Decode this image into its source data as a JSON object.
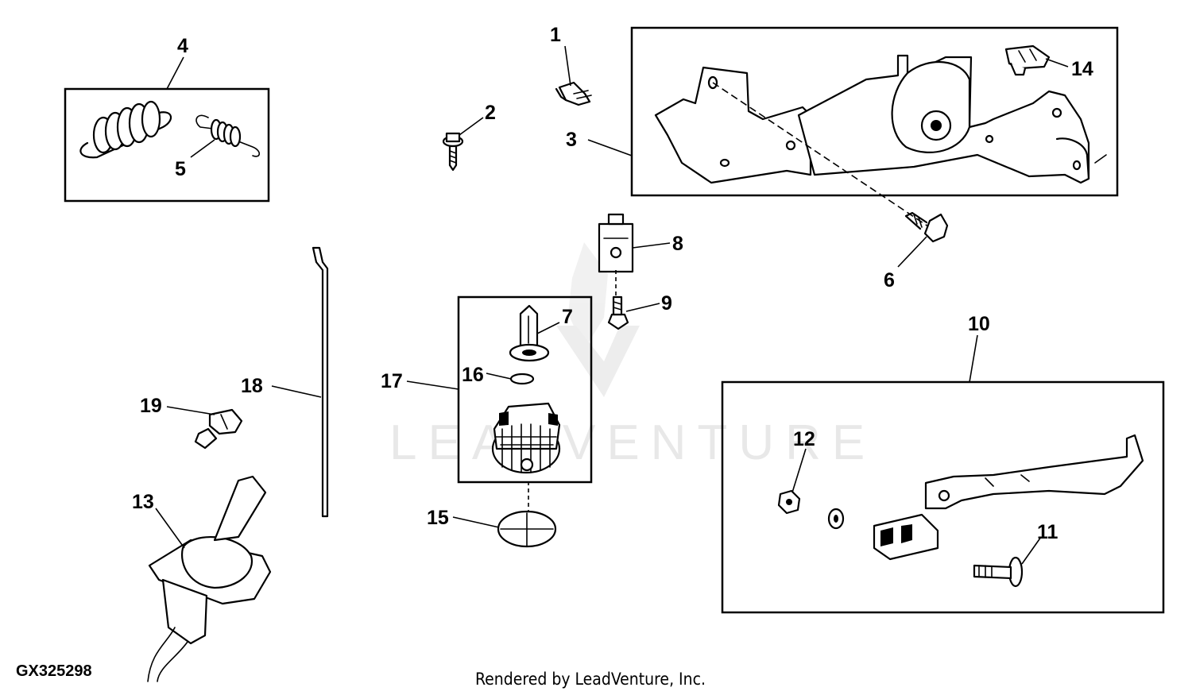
{
  "figure_id": "GX325298",
  "credit": "Rendered by LeadVenture, Inc.",
  "watermark": "LEADVENTURE",
  "callouts": [
    {
      "n": "1",
      "label": "1"
    },
    {
      "n": "2",
      "label": "2"
    },
    {
      "n": "3",
      "label": "3"
    },
    {
      "n": "4",
      "label": "4"
    },
    {
      "n": "5",
      "label": "5"
    },
    {
      "n": "6",
      "label": "6"
    },
    {
      "n": "7",
      "label": "7"
    },
    {
      "n": "8",
      "label": "8"
    },
    {
      "n": "9",
      "label": "9"
    },
    {
      "n": "10",
      "label": "10"
    },
    {
      "n": "11",
      "label": "11"
    },
    {
      "n": "12",
      "label": "12"
    },
    {
      "n": "13",
      "label": "13"
    },
    {
      "n": "14",
      "label": "14"
    },
    {
      "n": "15",
      "label": "15"
    },
    {
      "n": "16",
      "label": "16"
    },
    {
      "n": "17",
      "label": "17"
    },
    {
      "n": "18",
      "label": "18"
    },
    {
      "n": "19",
      "label": "19"
    }
  ]
}
